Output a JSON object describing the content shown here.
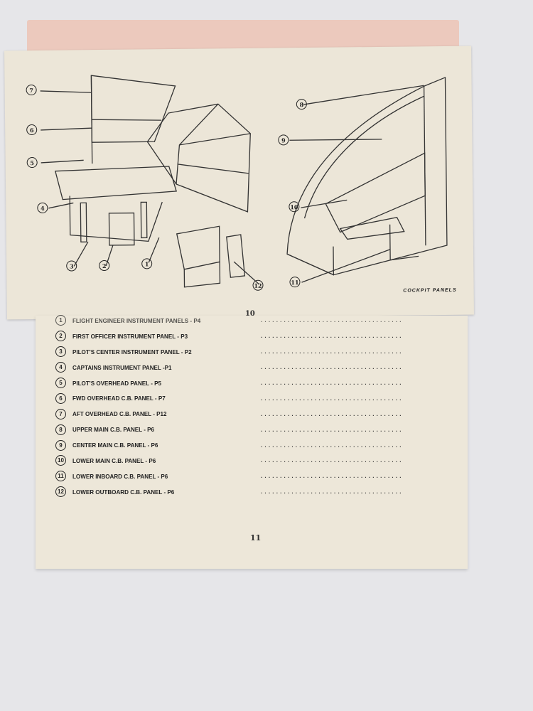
{
  "top_page": {
    "page_number": "10",
    "caption": "COCKPIT PANELS",
    "callouts_left": [
      "7",
      "6",
      "5",
      "4",
      "3",
      "2",
      "1",
      "12"
    ],
    "callouts_right": [
      "8",
      "9",
      "10",
      "11"
    ]
  },
  "bottom_page": {
    "page_number": "11",
    "items": [
      {
        "num": "1",
        "label": "FLIGHT ENGINEER INSTRUMENT PANELS - P4"
      },
      {
        "num": "2",
        "label": "FIRST OFFICER INSTRUMENT PANEL - P3"
      },
      {
        "num": "3",
        "label": "PILOT'S CENTER INSTRUMENT PANEL - P2"
      },
      {
        "num": "4",
        "label": "CAPTAINS INSTRUMENT PANEL -P1"
      },
      {
        "num": "5",
        "label": "PILOT'S OVERHEAD PANEL - P5"
      },
      {
        "num": "6",
        "label": "FWD OVERHEAD C.B. PANEL - P7"
      },
      {
        "num": "7",
        "label": "AFT OVERHEAD C.B. PANEL - P12"
      },
      {
        "num": "8",
        "label": "UPPER MAIN C.B. PANEL - P6"
      },
      {
        "num": "9",
        "label": "CENTER MAIN C.B. PANEL - P6"
      },
      {
        "num": "10",
        "label": "LOWER MAIN C.B. PANEL - P6"
      },
      {
        "num": "11",
        "label": "LOWER INBOARD C.B. PANEL - P6"
      },
      {
        "num": "12",
        "label": "LOWER OUTBOARD C.B. PANEL - P6"
      }
    ],
    "leader": "....................................."
  }
}
